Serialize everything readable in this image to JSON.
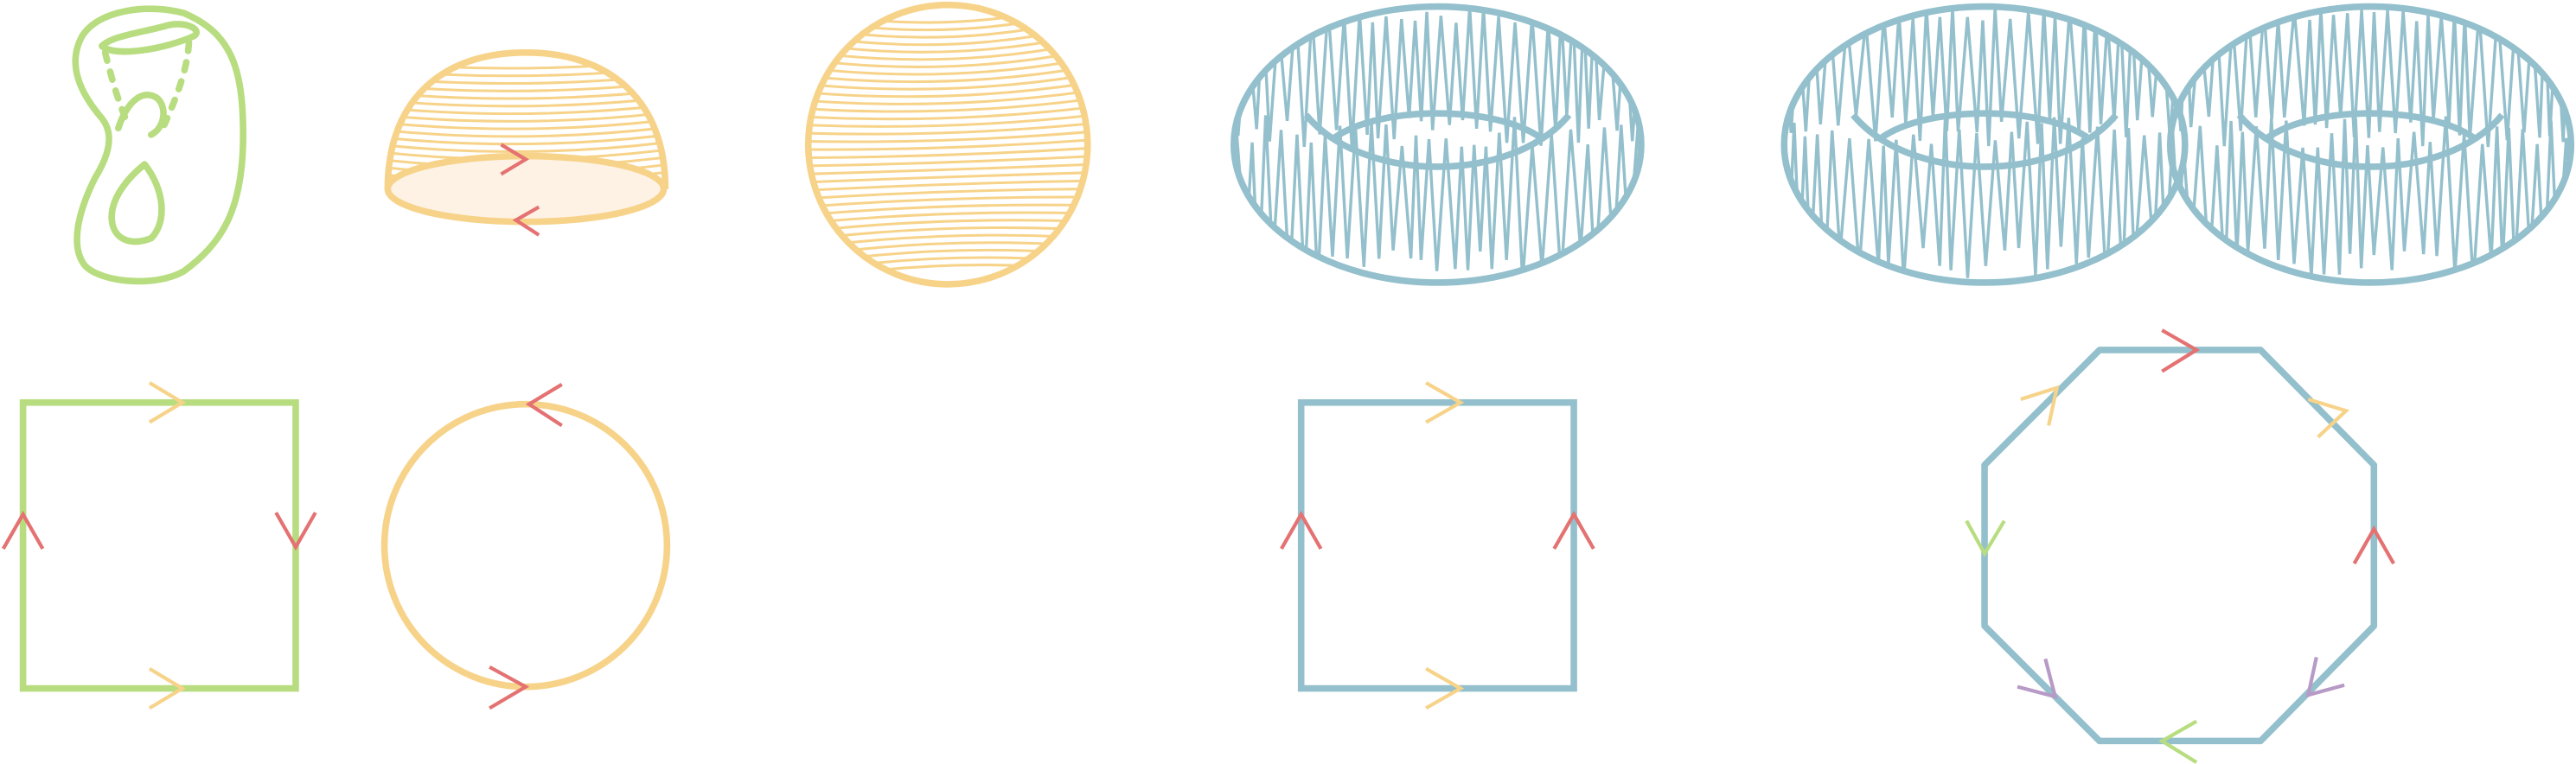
{
  "colors": {
    "green": "#b8dd80",
    "orange": "#f7d38a",
    "blue": "#93c0cc",
    "red": "#e47272",
    "purple": "#b79ac6"
  },
  "surfaces": [
    {
      "name": "klein-bottle",
      "color": "green"
    },
    {
      "name": "projective-plane-hemisphere",
      "color": "orange"
    },
    {
      "name": "projective-plane-sphere",
      "color": "orange"
    },
    {
      "name": "torus",
      "color": "blue"
    },
    {
      "name": "double-torus",
      "color": "blue"
    }
  ],
  "polygons": [
    {
      "name": "klein-bottle-square",
      "color": "green"
    },
    {
      "name": "projective-plane-disk",
      "color": "orange"
    },
    {
      "name": "torus-square",
      "color": "blue"
    },
    {
      "name": "double-torus-octagon",
      "color": "blue"
    }
  ],
  "edge_arrow_colors": {
    "klein-bottle-square": [
      "orange",
      "orange",
      "red",
      "red"
    ],
    "projective-plane-disk": [
      "red",
      "red"
    ],
    "torus-square": [
      "orange",
      "orange",
      "red",
      "red"
    ],
    "double-torus-octagon": [
      "red",
      "orange",
      "orange",
      "red",
      "green",
      "purple",
      "green",
      "purple"
    ]
  }
}
